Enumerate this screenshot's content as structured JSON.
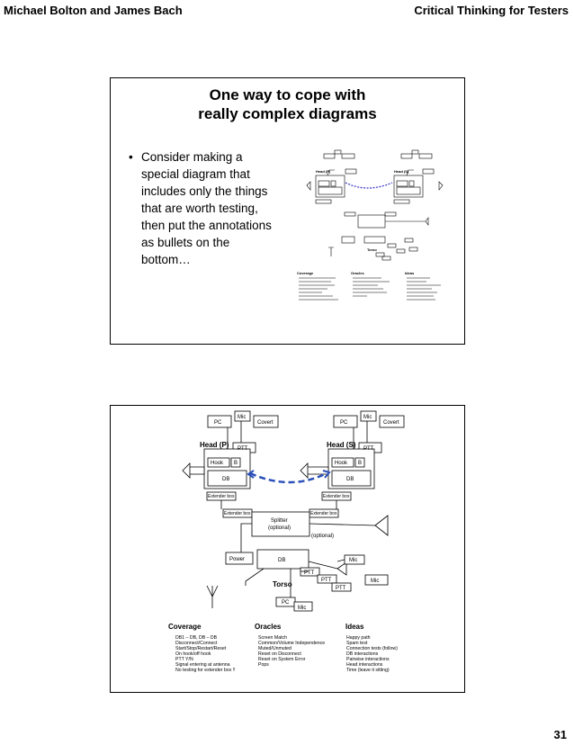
{
  "header": {
    "authors": "Michael Bolton and James Bach",
    "book_title": "Critical Thinking for Testers"
  },
  "slide1": {
    "title_line1": "One way to cope with",
    "title_line2": "really complex diagrams",
    "bullet": "•",
    "bullet_lines": [
      "Consider making a",
      "special diagram that",
      "includes only the things",
      "that are worth testing,",
      "then put the annotations",
      "as bullets on the",
      "bottom…"
    ]
  },
  "diagram": {
    "pc": "PC",
    "mic": "Mic",
    "covert": "Covert",
    "ptt": "PTT",
    "head_p": "Head (P)",
    "head_s": "Head (S)",
    "hook": "Hook",
    "small_box": "B",
    "db": "DB",
    "extender_box": "Extender box",
    "splitter_line1": "Splitter",
    "splitter_line2": "(optional)",
    "optional": "(optional)",
    "power": "Power",
    "torso": "Torso",
    "coverage": {
      "title": "Coverage",
      "items": [
        "DB1 – DB, DB – DB",
        "Disconnect/Connect",
        "Start/Stop/Restart/Reset",
        "On hook/off hook",
        "PTT Y/N",
        "Signal entering at antenna",
        "No testing for extender box !!"
      ]
    },
    "oracles": {
      "title": "Oracles",
      "items": [
        "Screen Match",
        "Common/Volume Independence",
        "Muted/Unmuted",
        "Reset on Disconnect",
        "Reset on System Error",
        "Pops"
      ]
    },
    "ideas": {
      "title": "Ideas",
      "items": [
        "Happy path",
        "Spam test",
        "Connection tests (follow)",
        "DB interactions",
        "Pairwise interactions",
        "Head interactions",
        "Time (leave it sitting)"
      ]
    }
  },
  "page_number": "31"
}
